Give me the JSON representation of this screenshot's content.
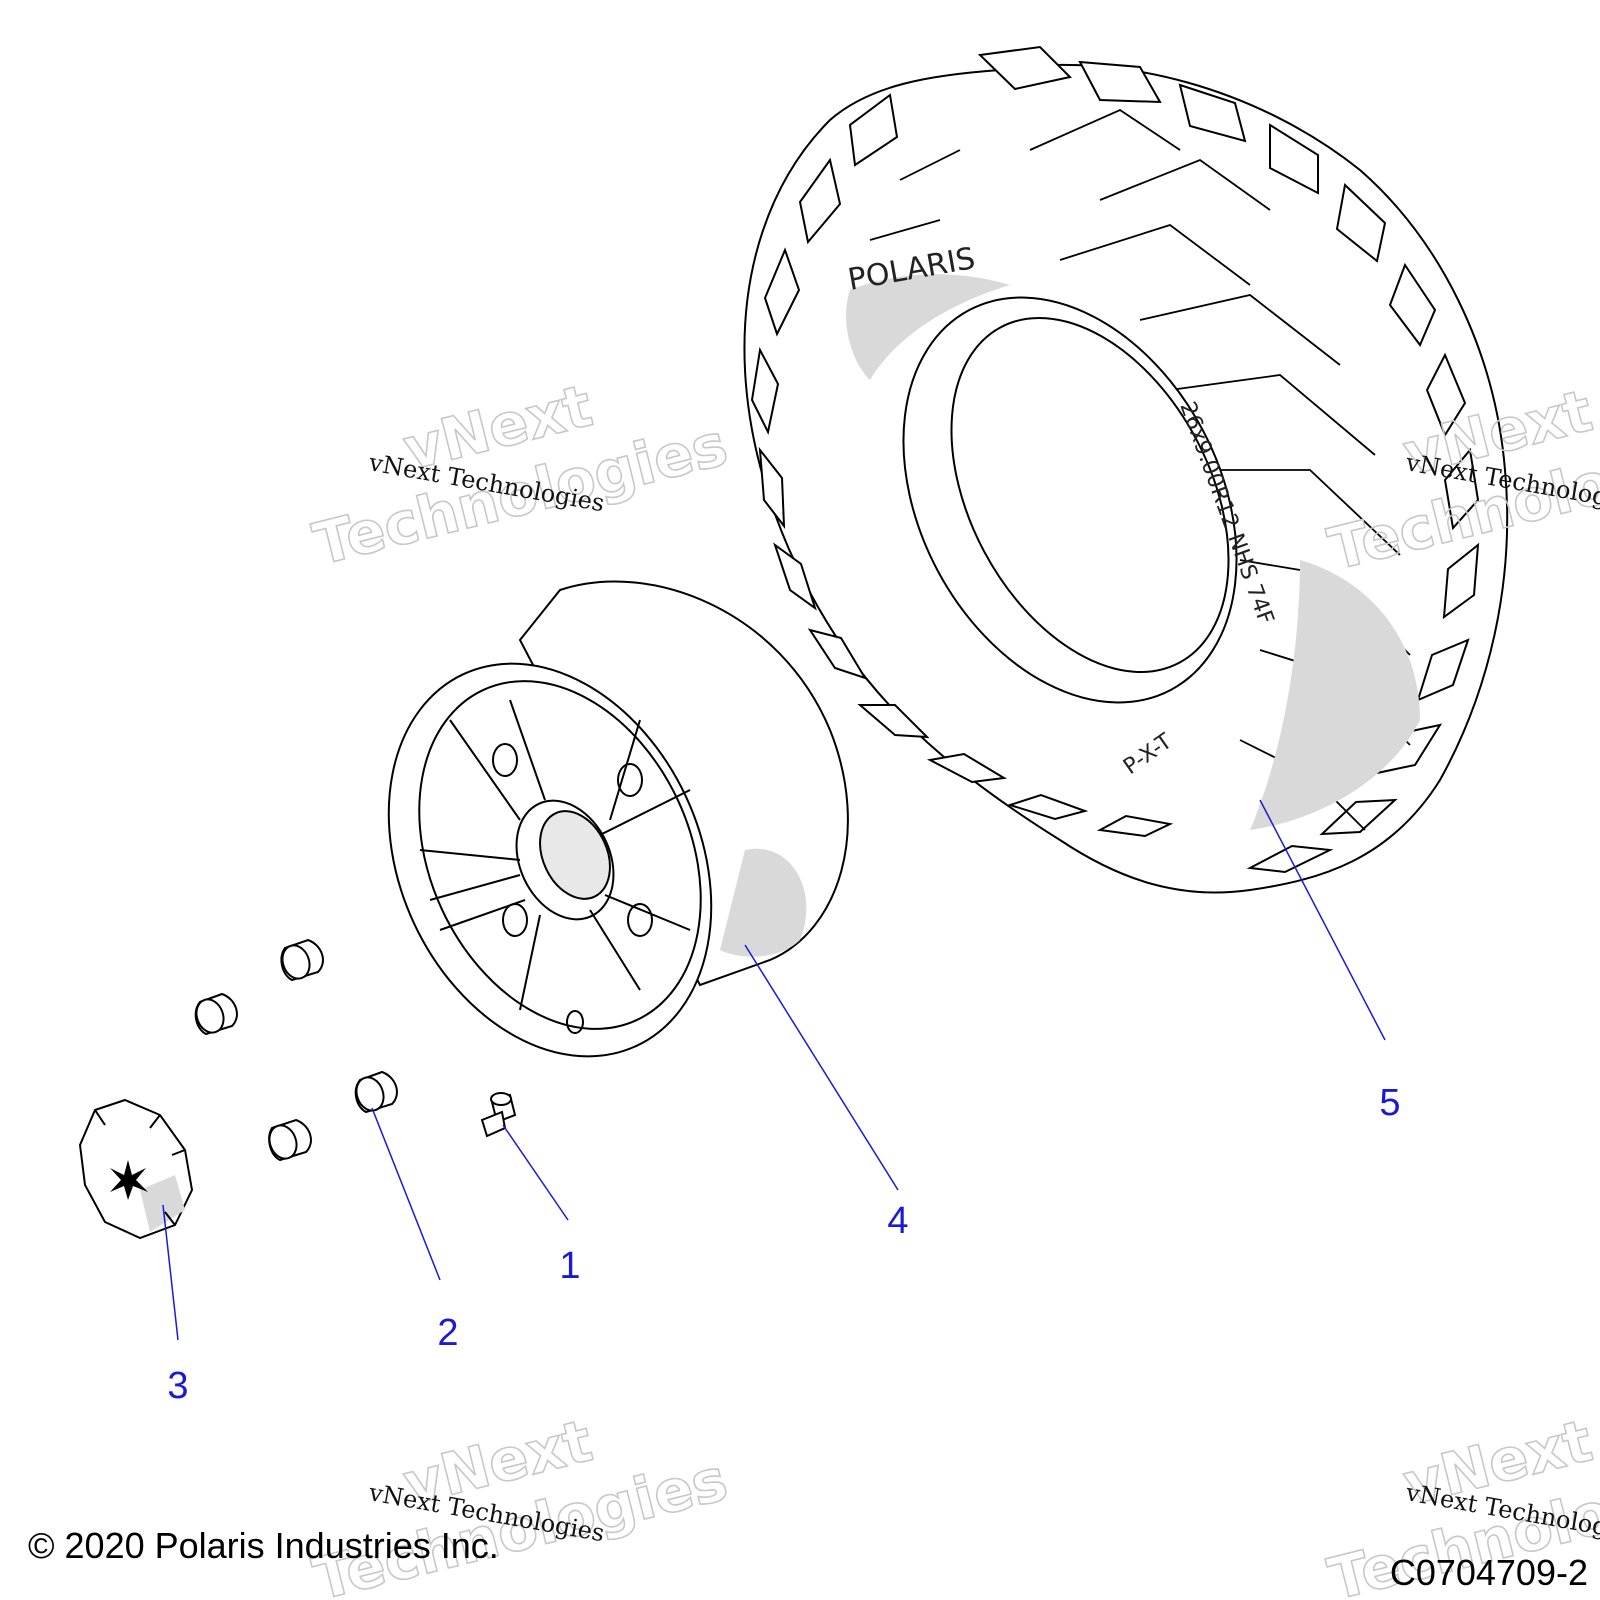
{
  "callouts": [
    {
      "number": "1"
    },
    {
      "number": "2"
    },
    {
      "number": "3"
    },
    {
      "number": "4"
    },
    {
      "number": "5"
    }
  ],
  "tire_markings": {
    "brand": "POLARIS",
    "size": "26x9.00R12 NHS 74F",
    "model": "P-X-T"
  },
  "watermark": {
    "small": "vNext Technologies",
    "big_line1": "vNext",
    "big_line2": "Technologies"
  },
  "footer": {
    "copyright": "© 2020 Polaris Industries Inc.",
    "figure_id": "C0704709-2"
  },
  "colors": {
    "callout": "#1a1ad6",
    "leader": "#1a1ad6",
    "line_art": "#000000",
    "shading": "#d9d9d9"
  }
}
